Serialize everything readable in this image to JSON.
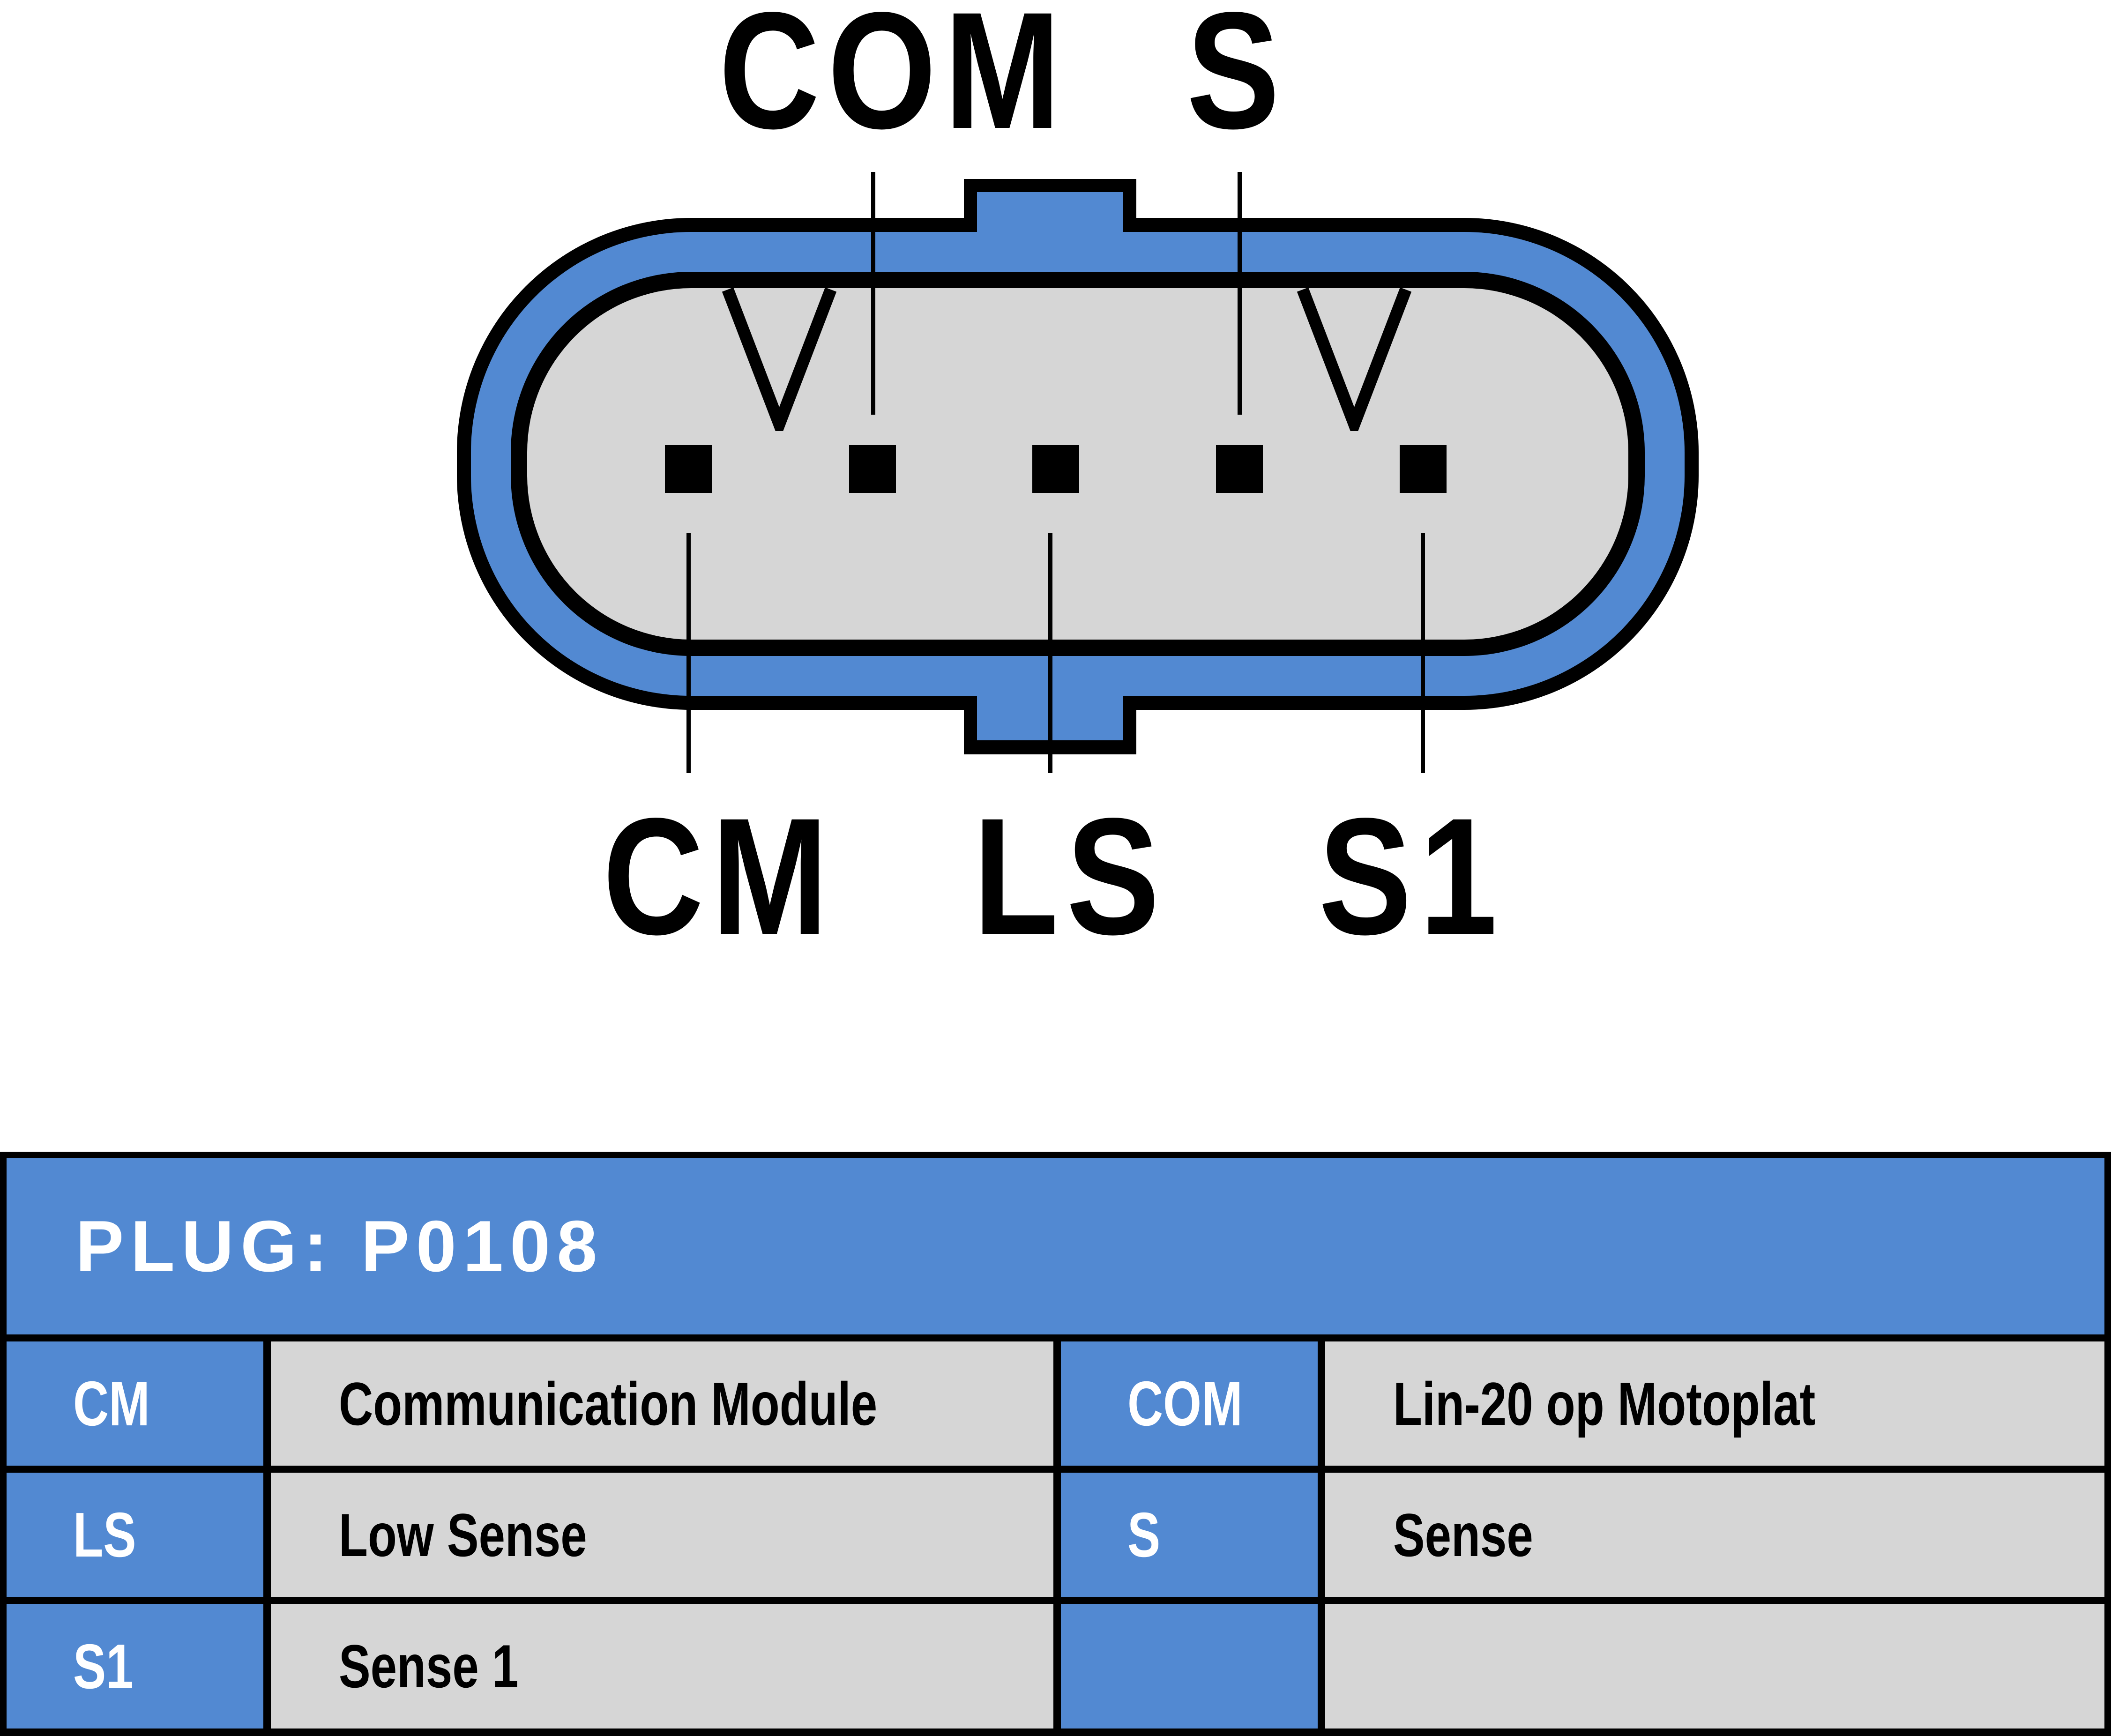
{
  "connector": {
    "top_pin_labels": [
      "COM",
      "S"
    ],
    "bottom_pin_labels": [
      "CM",
      "LS",
      "S1"
    ],
    "pin_count": 5,
    "colors": {
      "housing_blue": "#5289d2",
      "cavity_gray": "#d6d6d6",
      "outline_black": "#000000"
    }
  },
  "table": {
    "title": "PLUG: P0108",
    "rows": [
      {
        "left": {
          "code": "CM",
          "description": "Communication Module"
        },
        "right": {
          "code": "COM",
          "description": "Lin-20 op Motoplat"
        }
      },
      {
        "left": {
          "code": "LS",
          "description": "Low Sense"
        },
        "right": {
          "code": "S",
          "description": "Sense"
        }
      },
      {
        "left": {
          "code": "S1",
          "description": "Sense 1"
        },
        "right": {
          "code": "",
          "description": ""
        }
      }
    ],
    "colors": {
      "header_blue": "#5289d2",
      "code_cell_blue": "#5289d2",
      "description_cell_gray": "#d6d6d6",
      "grid_black": "#000000",
      "header_text_white": "#ffffff"
    }
  }
}
